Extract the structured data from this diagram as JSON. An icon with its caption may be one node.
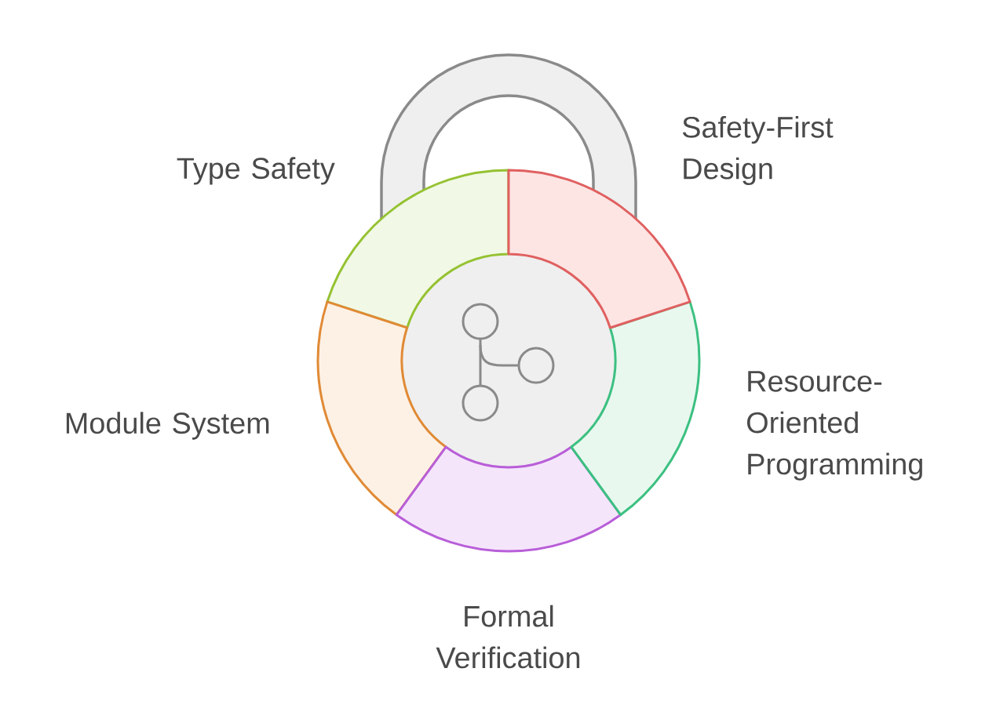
{
  "diagram": {
    "nodes": [
      {
        "text": [
          "Safety-First Design"
        ]
      },
      {
        "text": [
          "Type Safety"
        ]
      },
      {
        "text": [
          "Resource-Oriented Programming"
        ]
      },
      {
        "text": [
          "Module System"
        ]
      },
      {
        "text": [
          "Formal Verification"
        ]
      }
    ]
  }
}
